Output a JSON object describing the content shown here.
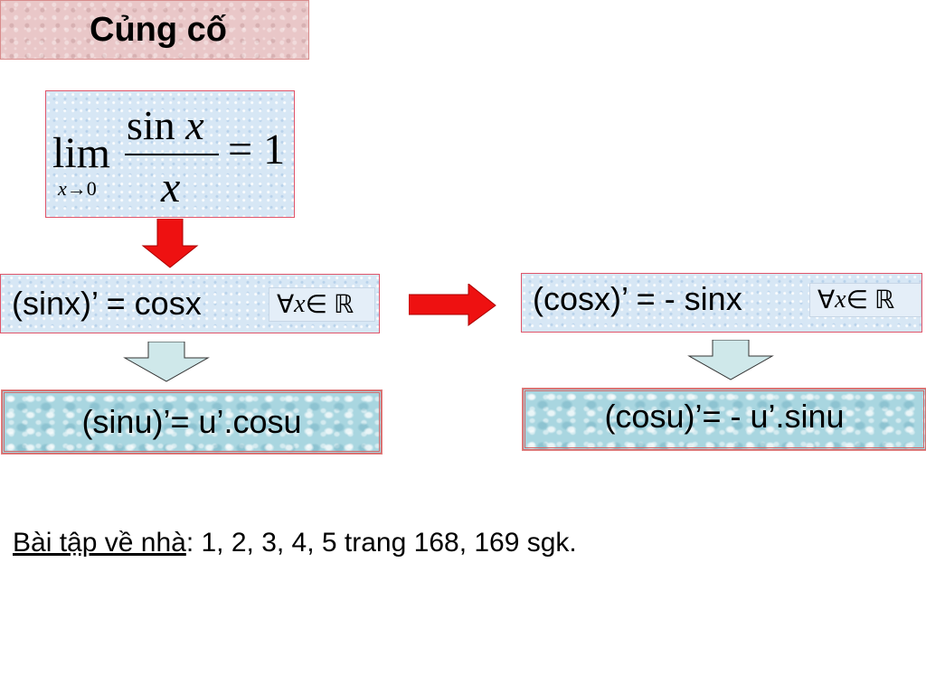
{
  "title": "Củng cố",
  "limit": {
    "lim": "lim",
    "sub_var": "x",
    "sub_arrow": "→",
    "sub_value": "0",
    "numerator_fn": "sin",
    "numerator_var": "x",
    "denominator": "x",
    "equals": "= 1"
  },
  "left_column": {
    "derivative": "(sinx)’ = cosx",
    "condition_forall": "∀",
    "condition_var": "x",
    "condition_in": " ∈ ℝ",
    "chain_rule": "(sinu)’= u’.cosu"
  },
  "right_column": {
    "derivative": "(cosx)’ = - sinx",
    "condition_forall": "∀",
    "condition_var": "x",
    "condition_in": " ∈ ℝ",
    "chain_rule": "(cosu)’= - u’.sinu"
  },
  "homework": {
    "label": "Bài tập về nhà",
    "text": ": 1, 2, 3, 4, 5 trang 168, 169 sgk."
  },
  "colors": {
    "arrow_red": "#ee1111",
    "arrow_cyan": "#cfe8ea",
    "border_pink": "#e0556a"
  },
  "icons": {
    "down_arrow_red": "red-down-arrow-icon",
    "right_arrow_red": "red-right-arrow-icon",
    "down_arrow_cyan": "cyan-down-arrow-icon"
  }
}
